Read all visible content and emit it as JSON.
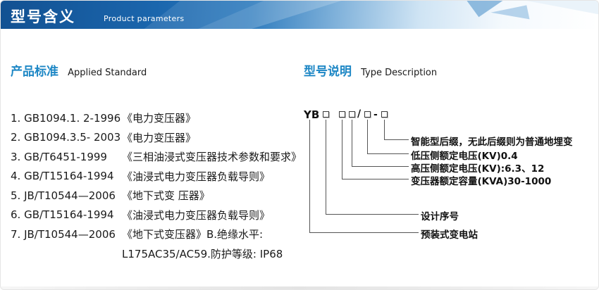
{
  "header": {
    "title": "型号含义",
    "subtitle": "Product parameters"
  },
  "standards": {
    "heading": "产品标准",
    "heading_en": "Applied Standard",
    "items": [
      {
        "code": "1. GB1094.1. 2-1996",
        "title": "《电力变压器》"
      },
      {
        "code": "2. GB1094.3.5- 2003",
        "title": "《电力变压器》"
      },
      {
        "code": "3. GB/T6451-1999",
        "title": "《三相油浸式变压器技术参数和要求》"
      },
      {
        "code": "4. GB/T15164-1994",
        "title": "《油浸式电力变压器负载导则》"
      },
      {
        "code": "5. JB/T10544—2006",
        "title": "《地下式变 压器》"
      },
      {
        "code": "6. GB/T15164-1994",
        "title": "《油浸式电力变压器负载导则》"
      },
      {
        "code": "7. JB/T10544—2006",
        "title": "《地下式变压器》B.绝缘水平:"
      },
      {
        "code": "",
        "title": "L175AC35/AC59.防护等级: IP68"
      }
    ]
  },
  "type_desc": {
    "heading": "型号说明",
    "heading_en": "Type Description",
    "model_prefix": "YB",
    "separator_slash": "/",
    "separator_dash": "-",
    "labels": [
      "智能型后缀，无此后缀则为普通地埋变",
      "低压侧额定电压(KV)0.4",
      "高压侧额定电压(KV):6.3、12",
      "变压器额定容量(KVA)30-1000",
      "设计序号",
      "预装式变电站"
    ]
  },
  "colors": {
    "banner_blue": "#1b66ad",
    "heading_blue": "#1d87c5"
  }
}
